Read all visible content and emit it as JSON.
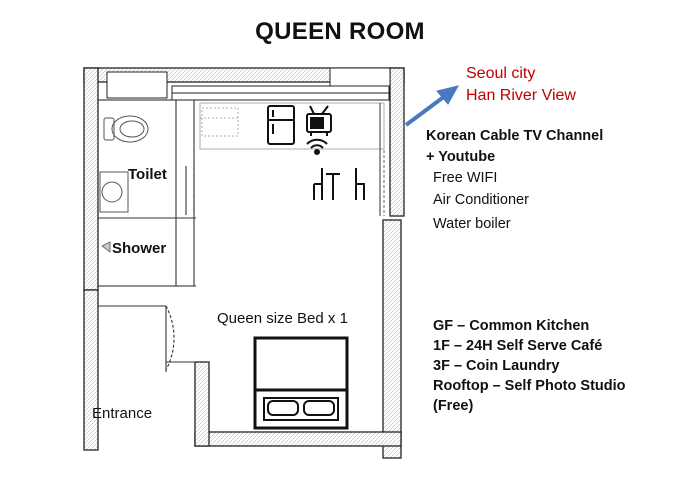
{
  "title": "QUEEN ROOM",
  "view": {
    "line1": "Seoul city",
    "line2": "Han River View",
    "color": "#c00000",
    "arrow_color": "#4a78c2"
  },
  "rooms": {
    "toilet": "Toilet",
    "shower": "Shower",
    "bed": "Queen size Bed x  1",
    "entrance": "Entrance"
  },
  "amenities": {
    "line1": "Korean Cable TV Channel",
    "line2": "+  Youtube",
    "line3": "Free WIFI",
    "line4": "Air Conditioner",
    "line5": "Water boiler"
  },
  "facilities": {
    "line1": "GF – Common Kitchen",
    "line2": "1F – 24H Self Serve Café",
    "line3": "3F – Coin Laundry",
    "line4": "Rooftop – Self Photo Studio",
    "line5": "(Free)"
  },
  "icons": [
    "fridge-icon",
    "tv-icon",
    "wifi-icon",
    "dining-table-icon",
    "bed-icon",
    "toilet-icon",
    "sink-icon"
  ]
}
